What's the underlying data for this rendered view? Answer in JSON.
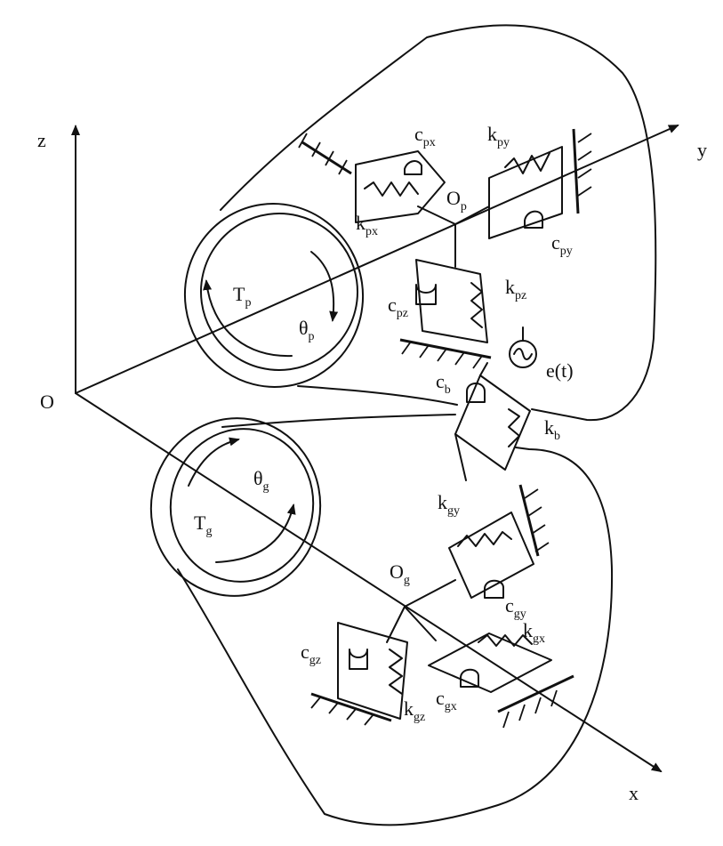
{
  "axes": {
    "x": "x",
    "y": "y",
    "z": "z",
    "origin": "O"
  },
  "pinion": {
    "origin": "O",
    "origin_sub": "p",
    "torque": "T",
    "torque_sub": "p",
    "angle": "θ",
    "angle_sub": "p",
    "c_x": "c",
    "c_x_sub": "px",
    "k_x": "k",
    "k_x_sub": "px",
    "c_y": "c",
    "c_y_sub": "py",
    "k_y": "k",
    "k_y_sub": "py",
    "c_z": "c",
    "c_z_sub": "pz",
    "k_z": "k",
    "k_z_sub": "pz"
  },
  "mesh": {
    "error": "e(t)",
    "c": "c",
    "c_sub": "b",
    "k": "k",
    "k_sub": "b"
  },
  "gear": {
    "origin": "O",
    "origin_sub": "g",
    "torque": "T",
    "torque_sub": "g",
    "angle": "θ",
    "angle_sub": "g",
    "c_x": "c",
    "c_x_sub": "gx",
    "k_x": "k",
    "k_x_sub": "gx",
    "c_y": "c",
    "c_y_sub": "gy",
    "k_y": "k",
    "k_y_sub": "gy",
    "c_z": "c",
    "c_z_sub": "gz",
    "k_z": "k",
    "k_z_sub": "gz"
  }
}
